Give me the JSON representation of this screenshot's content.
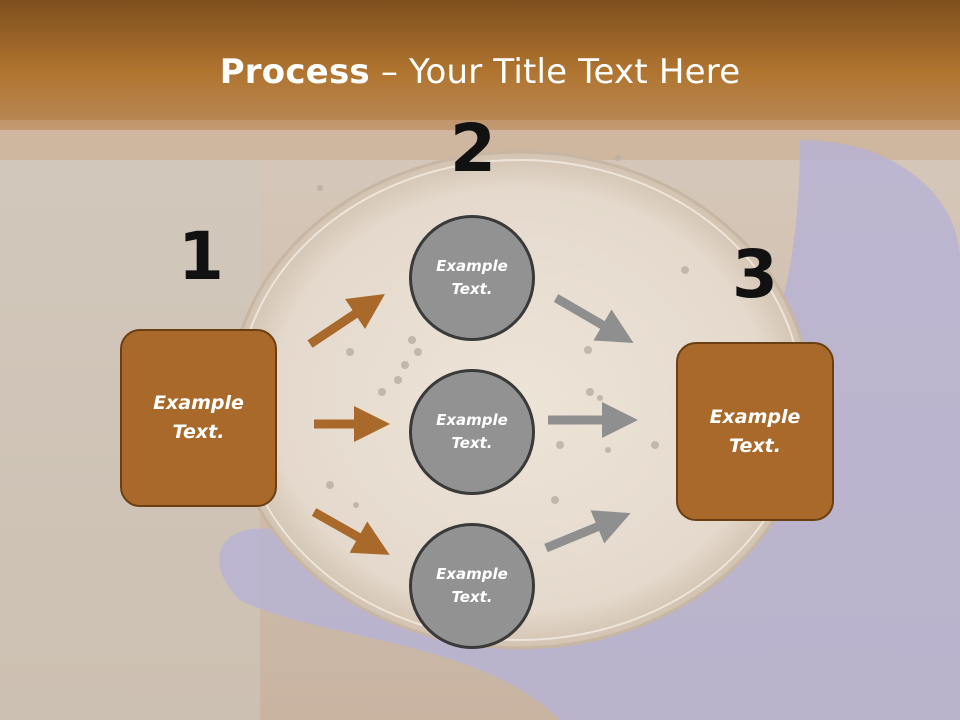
{
  "slide": {
    "title_bold": "Process",
    "title_rest": " – Your Title Text Here",
    "step_numbers": [
      "1",
      "2",
      "3"
    ],
    "left_box": {
      "line1": "Example",
      "line2": "Text."
    },
    "right_box": {
      "line1": "Example",
      "line2": "Text."
    },
    "circles": [
      {
        "line1": "Example",
        "line2": "Text."
      },
      {
        "line1": "Example",
        "line2": "Text."
      },
      {
        "line1": "Example",
        "line2": "Text."
      }
    ]
  },
  "colors": {
    "header_brown": "#a8692a",
    "box_fill": "#a8692a",
    "box_border": "#6b3f14",
    "circle_fill": "#929292",
    "circle_border": "#3a3a3a",
    "arrow_brown": "#a8692a",
    "arrow_gray": "#8f8f8f"
  }
}
